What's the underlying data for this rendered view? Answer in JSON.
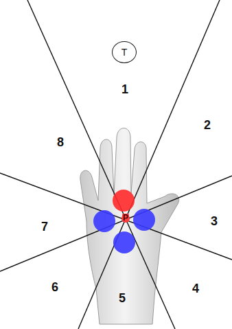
{
  "diagram": {
    "nodes": [
      {
        "text": [
          "T"
        ]
      }
    ],
    "labels": [
      "1",
      "2",
      "3",
      "4",
      "5",
      "6",
      "7",
      "8",
      "P"
    ]
  }
}
